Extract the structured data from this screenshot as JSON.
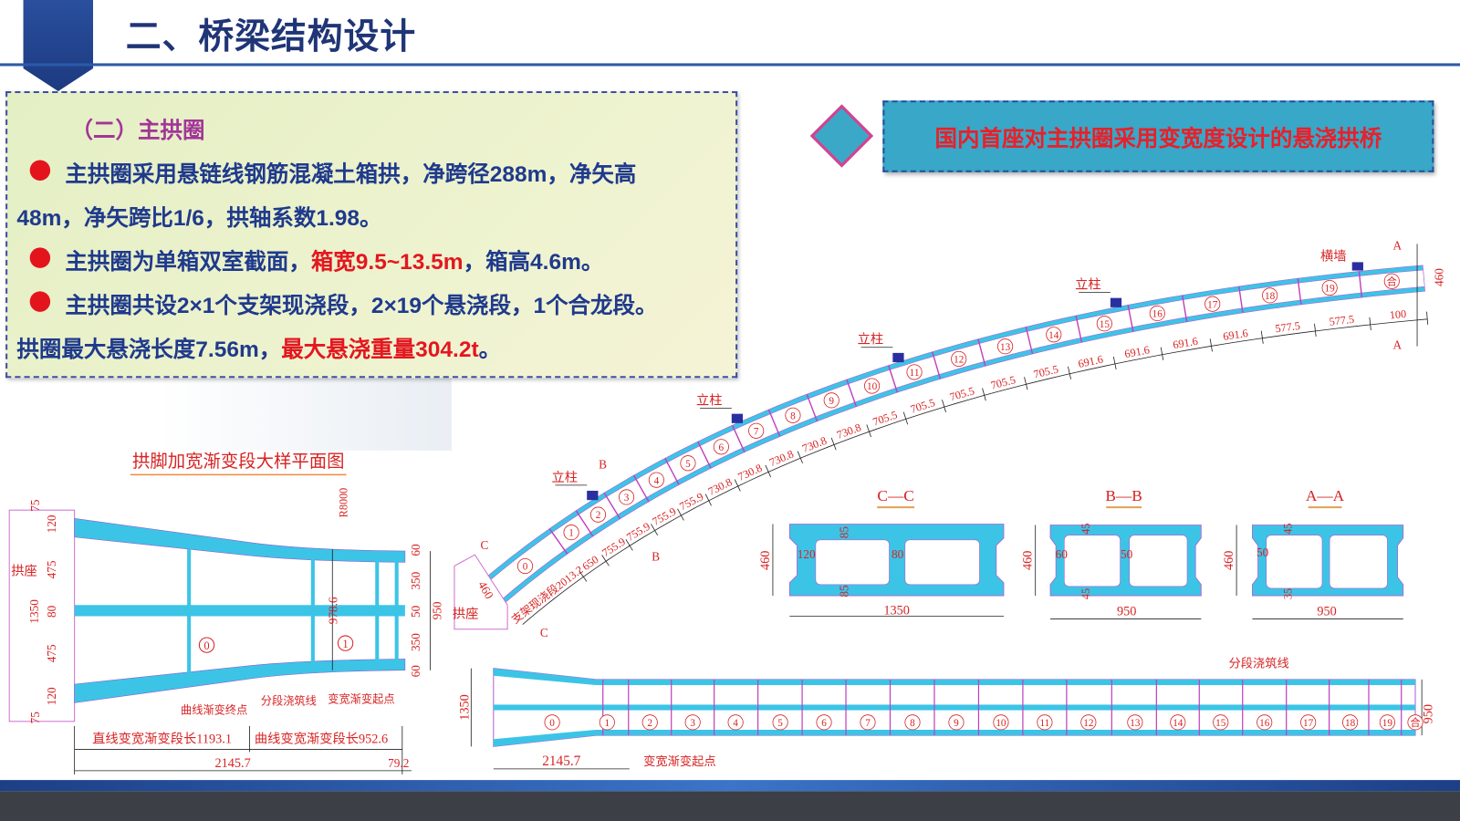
{
  "header": {
    "title": "二、桥梁结构设计"
  },
  "intro": {
    "subtitle": "（二）主拱圈",
    "p1_a": "主拱圈采用悬链线钢筋混凝土箱拱，净跨径288m，净矢高",
    "p1_b": "48m，净矢跨比1/6，拱轴系数1.98。",
    "p2_a": "主拱圈为单箱双室截面，",
    "p2_red": "箱宽9.5~13.5m",
    "p2_c": "，箱高4.6m。",
    "p3_a": "主拱圈共设2×1个支架现浇段，2×19个悬浇段，1个合龙段。",
    "p3_b": "拱圈最大悬浇长度7.56m，",
    "p3_red": "最大悬浇重量304.2t",
    "p3_c": "。"
  },
  "banner": {
    "text": "国内首座对主拱圈采用变宽度设计的悬浇拱桥"
  },
  "arch": {
    "segments": [
      "0",
      "1",
      "2",
      "3",
      "4",
      "5",
      "6",
      "7",
      "8",
      "9",
      "10",
      "11",
      "12",
      "13",
      "14",
      "15",
      "16",
      "17",
      "18",
      "19",
      "合"
    ],
    "dims": [
      "650",
      "755.9",
      "755.9",
      "755.9",
      "755.9",
      "730.8",
      "730.8",
      "730.8",
      "730.8",
      "730.8",
      "705.5",
      "705.5",
      "705.5",
      "705.5",
      "705.5",
      "691.6",
      "691.6",
      "691.6",
      "691.6",
      "577.5",
      "577.5",
      "100"
    ],
    "pier_label": "立柱",
    "crosswall_label": "横墙",
    "cast_label": "支架现浇段2013.2",
    "abutment_label": "拱座",
    "abutment_height": "460",
    "crown_height": "460",
    "mark_a": "A",
    "mark_b": "B",
    "mark_c": "C"
  },
  "sections": [
    {
      "title": "C—C",
      "height": "460",
      "web_outer": "120",
      "web_mid": "80",
      "top": "85",
      "bottom": "85",
      "width": "1350"
    },
    {
      "title": "B—B",
      "height": "460",
      "web_outer": "60",
      "web_mid": "50",
      "top": "45",
      "bottom": "45",
      "width": "950"
    },
    {
      "title": "A—A",
      "height": "460",
      "web_outer": "50",
      "top": "45",
      "bottom": "35",
      "width": "950"
    }
  ],
  "plan_detail": {
    "title": "拱脚加宽渐变段大样平面图",
    "abutment": "拱座",
    "left_dims": [
      "75",
      "120",
      "475",
      "80",
      "475",
      "120",
      "75"
    ],
    "left_total": "1350",
    "right_dims": [
      "60",
      "350",
      "50",
      "350",
      "60"
    ],
    "right_total": "950",
    "width_mid": "978.6",
    "radius": "R8000",
    "seg0": "0",
    "seg1": "1",
    "curve_end": "曲线渐变终点",
    "cast_line": "分段浇筑线",
    "widen_start": "变宽渐变起点",
    "straight_len": "直线变宽渐变段长1193.1",
    "curve_len": "曲线变宽渐变段长952.6",
    "total_len": "2145.7",
    "end_len": "79.2"
  },
  "plan_strip": {
    "height_left": "1350",
    "height_right": "950",
    "taper_len": "2145.7",
    "widen_start": "变宽渐变起点",
    "cast_line": "分段浇筑线"
  },
  "colors": {
    "accent": "#2b5aa8",
    "concrete": "#3cc4e6",
    "red": "#e3171f",
    "navy": "#1f3576"
  }
}
